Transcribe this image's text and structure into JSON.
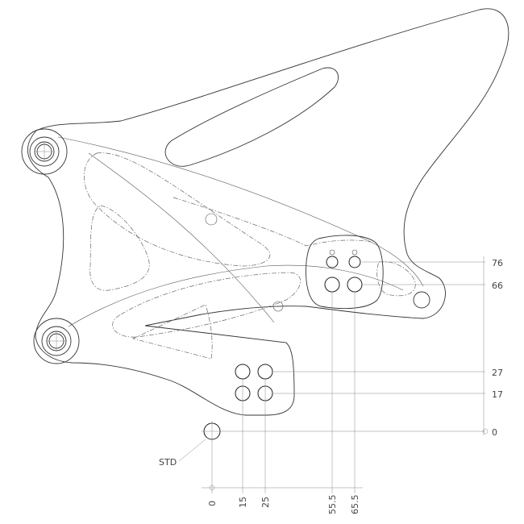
{
  "dimensions": {
    "vertical": [
      {
        "label": "76"
      },
      {
        "label": "66"
      },
      {
        "label": "27"
      },
      {
        "label": "17"
      },
      {
        "label": "0"
      }
    ],
    "horizontal": [
      {
        "label": "0"
      },
      {
        "label": "15"
      },
      {
        "label": "25"
      },
      {
        "label": "55.5"
      },
      {
        "label": "65.5"
      }
    ],
    "origin_label": "STD"
  }
}
